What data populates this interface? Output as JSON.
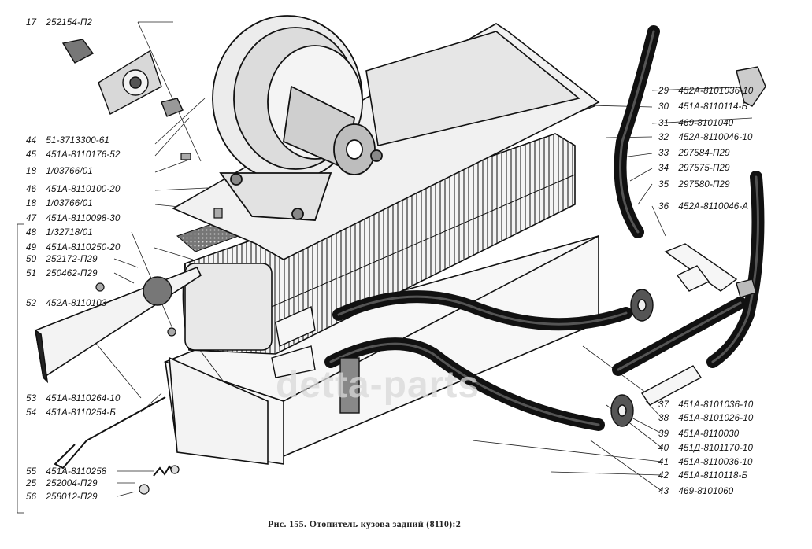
{
  "caption": "Рис. 155. Отопитель кузова задний (8110):2",
  "watermark": "detta-parts",
  "left_labels": [
    {
      "num": "17",
      "code": "252154-П2"
    },
    {
      "num": "44",
      "code": "51-3713300-61"
    },
    {
      "num": "45",
      "code": "451А-8110176-52"
    },
    {
      "num": "18",
      "code": "1/03766/01"
    },
    {
      "num": "46",
      "code": "451А-8110100-20"
    },
    {
      "num": "18",
      "code": "1/03766/01"
    },
    {
      "num": "47",
      "code": "451А-8110098-30"
    },
    {
      "num": "48",
      "code": "1/32718/01"
    },
    {
      "num": "49",
      "code": "451А-8110250-20"
    },
    {
      "num": "50",
      "code": "252172-П29"
    },
    {
      "num": "51",
      "code": "250462-П29"
    },
    {
      "num": "52",
      "code": "452А-8110103"
    },
    {
      "num": "53",
      "code": "451А-8110264-10"
    },
    {
      "num": "54",
      "code": "451А-8110254-Б"
    },
    {
      "num": "55",
      "code": "451А-8110258"
    },
    {
      "num": "25",
      "code": "252004-П29"
    },
    {
      "num": "56",
      "code": "258012-П29"
    }
  ],
  "right_labels": [
    {
      "num": "29",
      "code": "452А-8101036-10"
    },
    {
      "num": "30",
      "code": "451А-8110114-Б"
    },
    {
      "num": "31",
      "code": "469-8101040"
    },
    {
      "num": "32",
      "code": "452А-8110046-10"
    },
    {
      "num": "33",
      "code": "297584-П29"
    },
    {
      "num": "34",
      "code": "297575-П29"
    },
    {
      "num": "35",
      "code": "297580-П29"
    },
    {
      "num": "36",
      "code": "452А-8110046-А"
    },
    {
      "num": "37",
      "code": "451А-8101036-10"
    },
    {
      "num": "38",
      "code": "451А-8101026-10"
    },
    {
      "num": "39",
      "code": "451А-8110030"
    },
    {
      "num": "40",
      "code": "451Д-8101170-10"
    },
    {
      "num": "41",
      "code": "451А-8110036-10"
    },
    {
      "num": "42",
      "code": "451А-8110118-Б"
    },
    {
      "num": "43",
      "code": "469-8101060"
    }
  ]
}
